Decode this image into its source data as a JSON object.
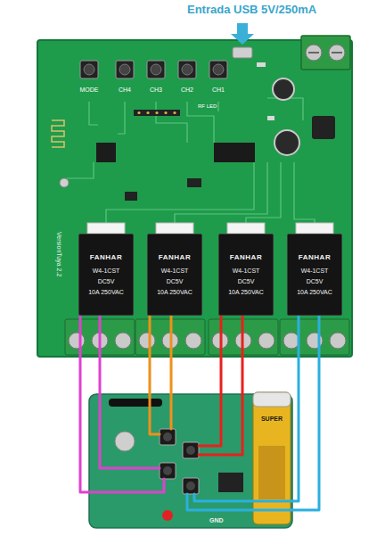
{
  "diagram": {
    "nodes": [
      {
        "text": [
          "VersionTuya 2.2"
        ]
      },
      {
        "text": [
          "FANHAR",
          "W4-1CST",
          "DC5V",
          "10A 250VAC"
        ],
        "in": 0
      },
      {
        "text": [
          "FANHAR",
          "W4-1CST",
          "DC5V",
          "10A 250VAC"
        ],
        "in": 0
      },
      {
        "text": [
          "FANHAR",
          "W4-1CST",
          "DC5V",
          "10A 250VAC"
        ],
        "in": 0
      },
      {
        "text": [
          "FANHAR",
          "W4-1CST",
          "DC5V",
          "10A 250VAC"
        ],
        "in": 0
      },
      {
        "text": [
          "GND"
        ]
      }
    ],
    "edges": [
      {
        "from": 1,
        "to": 5,
        "arrow": "none"
      },
      {
        "from": 1,
        "to": 5,
        "arrow": "none"
      },
      {
        "from": 2,
        "to": 5,
        "arrow": "none"
      },
      {
        "from": 2,
        "to": 5,
        "arrow": "none"
      },
      {
        "from": 3,
        "to": 5,
        "arrow": "none"
      },
      {
        "from": 3,
        "to": 5,
        "arrow": "none"
      },
      {
        "from": 4,
        "to": 5,
        "arrow": "none"
      },
      {
        "from": 4,
        "to": 5,
        "arrow": "none"
      }
    ],
    "labels": [
      "Entrada USB 5V/250mA",
      "MODE",
      "CH4",
      "CH3",
      "CH2",
      "CH1",
      "RF LED",
      "SUPER"
    ]
  }
}
